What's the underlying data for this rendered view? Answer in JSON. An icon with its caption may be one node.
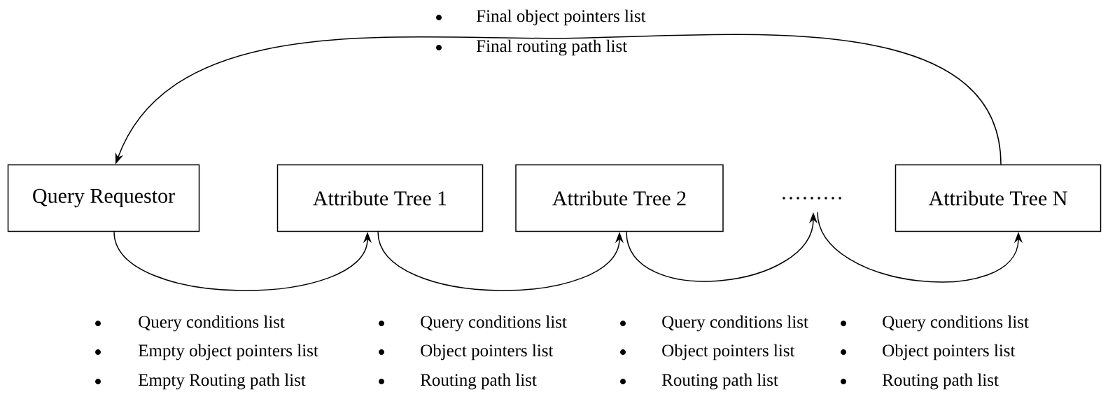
{
  "diagram": {
    "nodes": [
      {
        "text": [
          "Query Requestor"
        ]
      },
      {
        "text": [
          "Attribute Tree 1"
        ]
      },
      {
        "text": [
          "Attribute Tree 2"
        ]
      },
      {
        "text": [
          "………"
        ]
      },
      {
        "text": [
          "Attribute Tree N"
        ]
      }
    ],
    "edges": [
      {
        "from": 0,
        "to": 1,
        "arrow": "to"
      },
      {
        "from": 1,
        "to": 2,
        "arrow": "to"
      },
      {
        "from": 2,
        "to": 3,
        "arrow": "to"
      },
      {
        "from": 3,
        "to": 4,
        "arrow": "to"
      },
      {
        "from": 4,
        "to": 0,
        "arrow": "to"
      }
    ],
    "labels": [
      "Final object pointers list",
      "Final routing path list",
      "Query conditions list",
      "Empty object pointers list",
      "Empty Routing path list",
      "Query conditions list",
      "Object pointers list",
      "Routing path list",
      "Query conditions list",
      "Object pointers list",
      "Routing path list",
      "Query conditions list",
      "Object pointers list",
      "Routing path list"
    ]
  }
}
